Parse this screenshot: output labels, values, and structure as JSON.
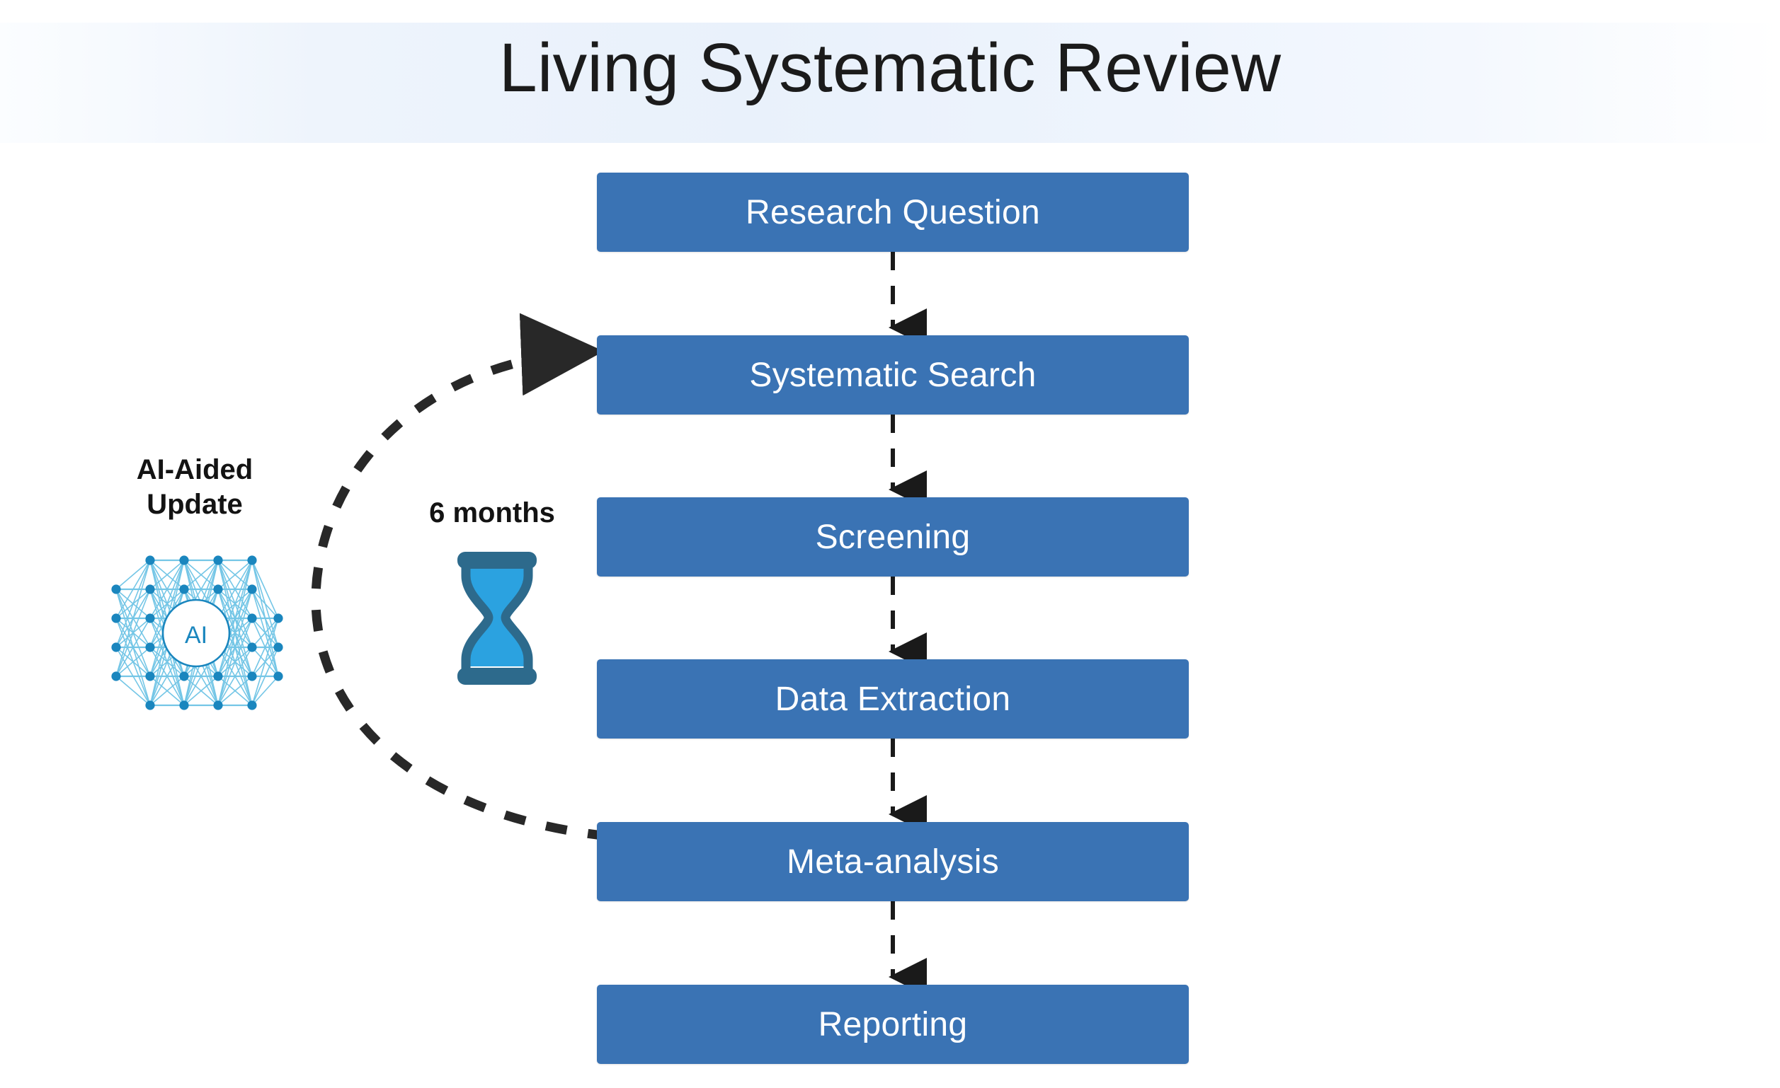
{
  "page": {
    "title": "Living Systematic Review",
    "background_color": "#ffffff",
    "header_band_color": "#eaf2fc"
  },
  "colors": {
    "box_fill": "#3a73b4",
    "box_text": "#ffffff",
    "connector": "#1a1a1a",
    "nn_node": "#1a86be",
    "nn_edge": "#6dc3e5",
    "hourglass_frame": "#2d6a8c",
    "hourglass_sand": "#2ba2e0",
    "label_text": "#131313"
  },
  "flow": {
    "type": "flowchart",
    "orientation": "vertical",
    "steps": [
      {
        "id": "research-question",
        "label": "Research Question"
      },
      {
        "id": "systematic-search",
        "label": "Systematic Search"
      },
      {
        "id": "screening",
        "label": "Screening"
      },
      {
        "id": "data-extraction",
        "label": "Data Extraction"
      },
      {
        "id": "meta-analysis",
        "label": "Meta-analysis"
      },
      {
        "id": "reporting",
        "label": "Reporting"
      }
    ],
    "connectors": [
      {
        "from": "research-question",
        "to": "systematic-search",
        "style": "dashed",
        "arrow": true
      },
      {
        "from": "systematic-search",
        "to": "screening",
        "style": "dashed",
        "arrow": true
      },
      {
        "from": "screening",
        "to": "data-extraction",
        "style": "dashed",
        "arrow": true
      },
      {
        "from": "data-extraction",
        "to": "meta-analysis",
        "style": "dashed",
        "arrow": true
      },
      {
        "from": "meta-analysis",
        "to": "reporting",
        "style": "dashed",
        "arrow": true
      },
      {
        "from": "meta-analysis",
        "to": "systematic-search",
        "style": "dashed-curved-feedback",
        "arrow": true
      }
    ]
  },
  "annotations": {
    "ai_update": {
      "line1": "AI-Aided",
      "line2": "Update",
      "icon": "neural-network-icon",
      "icon_center_label": "AI"
    },
    "interval": {
      "label": "6 months",
      "icon": "hourglass-icon"
    }
  }
}
